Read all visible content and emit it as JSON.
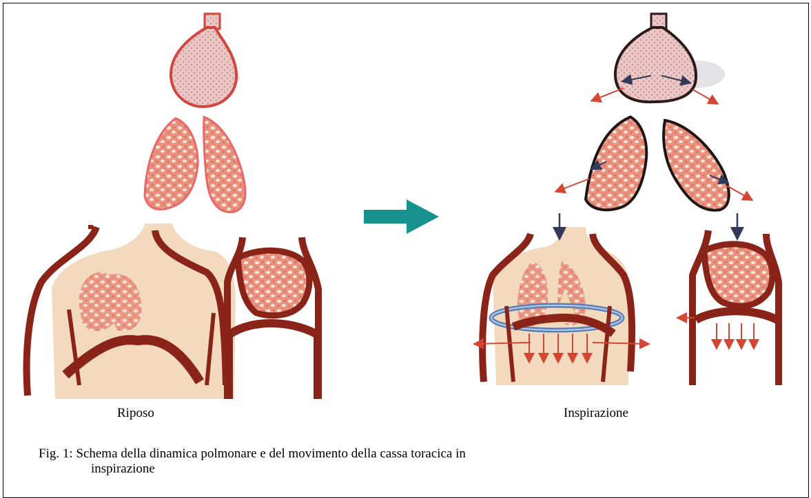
{
  "labels": {
    "rest": "Riposo",
    "inspiration": "Inspirazione"
  },
  "caption": {
    "line1": "Fig. 1: Schema della dinamica polmonare e del movimento della cassa toracica in",
    "line2": "inspirazione"
  },
  "colors": {
    "arrow_main": "#17928f",
    "outline": "#8a2418",
    "lung": "#e8907c",
    "skin": "#f1d4b4",
    "force_arrow": "#d24632",
    "press_arrow": "#323a5a",
    "rib_ring": "#5a80b8"
  }
}
